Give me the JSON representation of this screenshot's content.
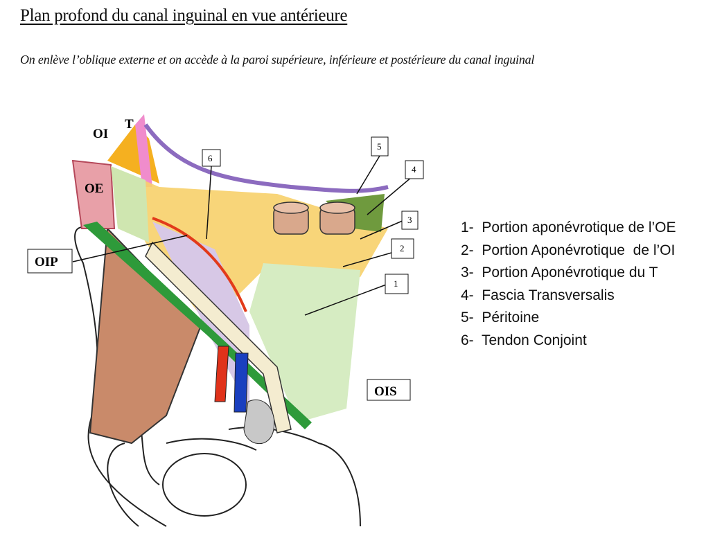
{
  "title": "Plan profond du canal inguinal en vue antérieure",
  "subtitle": "On enlève l’oblique externe et on accède à la paroi supérieure, inférieure et postérieure du canal inguinal",
  "diagram_labels": {
    "oi": "OI",
    "t": "T",
    "oe": "OE",
    "oip": "OIP",
    "ois": "OIS",
    "n1": "1",
    "n2": "2",
    "n3": "3",
    "n4": "4",
    "n5": "5",
    "n6": "6"
  },
  "legend": [
    "1-  Portion aponévrotique de l’OE",
    "2-  Portion Aponévrotique  de l’OI",
    "3-  Portion Aponévrotique du T",
    "4-  Fascia Transversalis",
    "5-  Péritoine",
    "6-  Tendon Conjoint"
  ]
}
